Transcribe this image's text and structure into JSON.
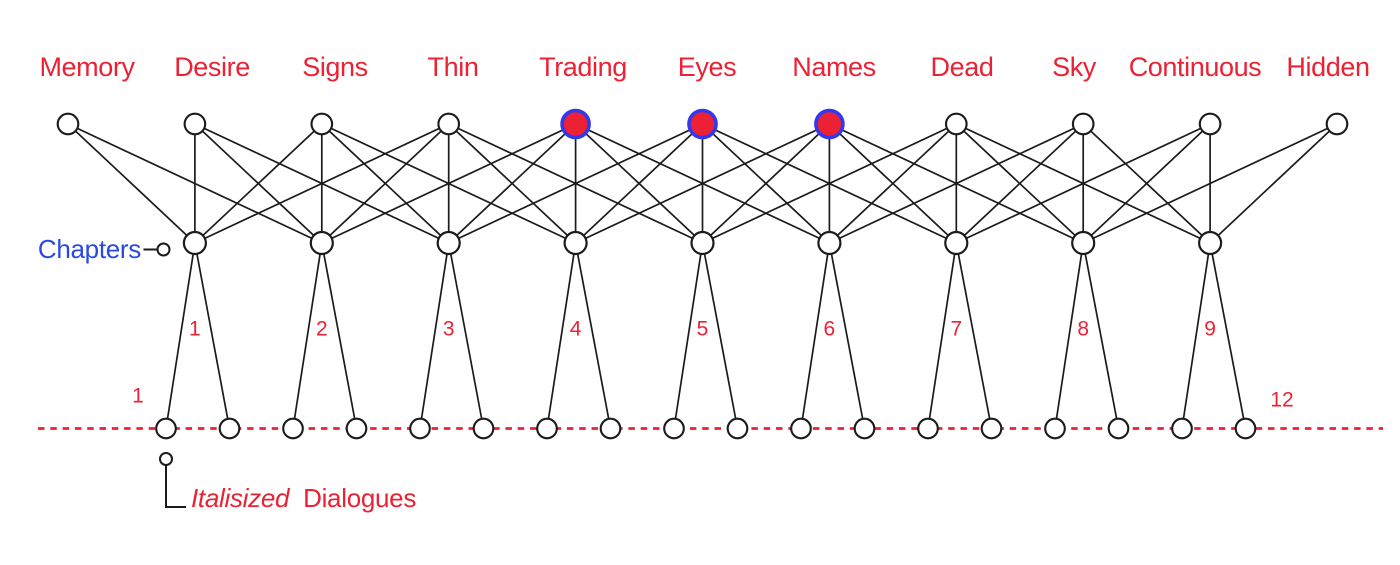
{
  "diagram": {
    "themes": [
      {
        "label": "Memory",
        "filled": false,
        "chapters": [
          1,
          2
        ]
      },
      {
        "label": "Desire",
        "filled": false,
        "chapters": [
          1,
          2,
          3
        ]
      },
      {
        "label": "Signs",
        "filled": false,
        "chapters": [
          1,
          2,
          3,
          4
        ]
      },
      {
        "label": "Thin",
        "filled": false,
        "chapters": [
          1,
          2,
          3,
          4,
          5
        ]
      },
      {
        "label": "Trading",
        "filled": true,
        "chapters": [
          2,
          3,
          4,
          5,
          6
        ]
      },
      {
        "label": "Eyes",
        "filled": true,
        "chapters": [
          3,
          4,
          5,
          6,
          7
        ]
      },
      {
        "label": "Names",
        "filled": true,
        "chapters": [
          4,
          5,
          6,
          7,
          8
        ]
      },
      {
        "label": "Dead",
        "filled": false,
        "chapters": [
          5,
          6,
          7,
          8,
          9
        ]
      },
      {
        "label": "Sky",
        "filled": false,
        "chapters": [
          6,
          7,
          8,
          9
        ]
      },
      {
        "label": "Continuous",
        "filled": false,
        "chapters": [
          7,
          8,
          9
        ]
      },
      {
        "label": "Hidden",
        "filled": false,
        "chapters": [
          8,
          9
        ]
      }
    ],
    "chapter_numbers": [
      "1",
      "2",
      "3",
      "4",
      "5",
      "6",
      "7",
      "8",
      "9"
    ],
    "dialogues_per_chapter": 2,
    "dialogue_node_count": 18,
    "chapters_legend_label": "Chapters",
    "dialogue_legend": {
      "italic": "Italisized",
      "regular": "Dialogues"
    },
    "baseline_numbers": {
      "start": "1",
      "end": "12"
    },
    "colors": {
      "red": "#ec2133",
      "blue_text": "#2a49e0",
      "node_ring_blue": "#3339ea",
      "line_black": "#1b1b1b"
    }
  }
}
